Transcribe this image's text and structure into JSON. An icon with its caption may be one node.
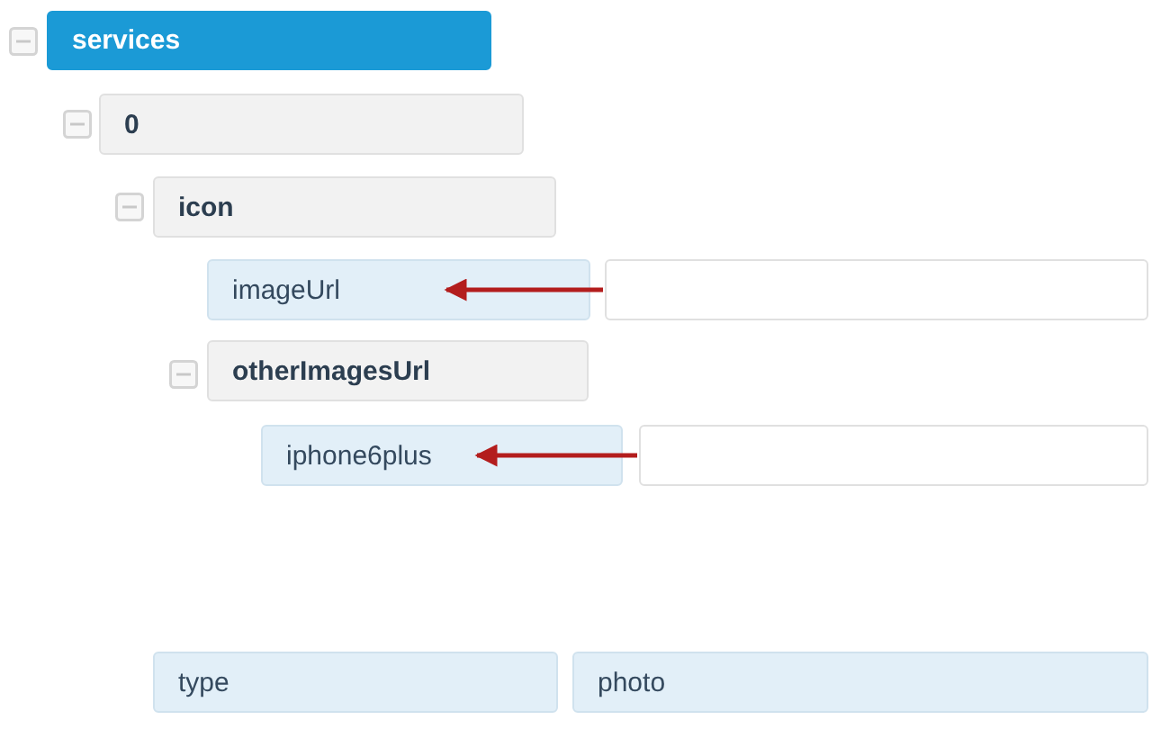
{
  "diagram": {
    "nodes": [
      {
        "text": [
          "services"
        ]
      },
      {
        "text": [
          "0"
        ]
      },
      {
        "text": [
          "icon"
        ]
      },
      {
        "text": [
          "imageUrl"
        ]
      },
      {
        "text": [],
        "shape": "box"
      },
      {
        "text": [
          "otherImagesUrl"
        ]
      },
      {
        "text": [
          "iphone6plus"
        ]
      },
      {
        "text": [],
        "shape": "box"
      },
      {
        "text": [
          "type"
        ]
      },
      {
        "text": [
          "photo"
        ]
      }
    ],
    "edges": [
      {
        "from": 4,
        "to": 3,
        "arrow": "to"
      },
      {
        "from": 7,
        "to": 6,
        "arrow": "to"
      }
    ]
  }
}
